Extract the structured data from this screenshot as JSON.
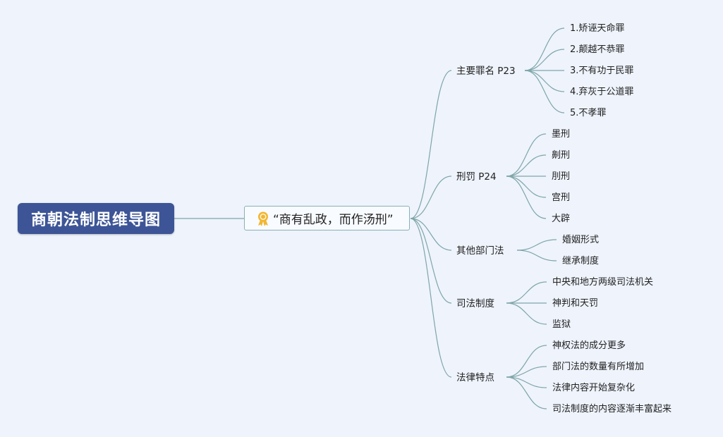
{
  "root": {
    "title": "商朝法制思维导图"
  },
  "center": {
    "text": "“商有乱政，而作汤刑”",
    "icon": "award-medal-icon"
  },
  "branches": [
    {
      "label": "主要罪名 P23",
      "children": [
        "1.矫诬天命罪",
        "2.颠越不恭罪",
        "3.不有功于民罪",
        "4.弃灰于公道罪",
        "5.不孝罪"
      ]
    },
    {
      "label": "刑罚 P24",
      "children": [
        "墨刑",
        "劓刑",
        "刖刑",
        "宫刑",
        "大辟"
      ]
    },
    {
      "label": "其他部门法",
      "children": [
        "婚姻形式",
        "继承制度"
      ]
    },
    {
      "label": "司法制度",
      "children": [
        "中央和地方两级司法机关",
        "神判和天罚",
        "监狱"
      ]
    },
    {
      "label": "法律特点",
      "children": [
        "神权法的成分更多",
        "部门法的数量有所增加",
        "法律内容开始复杂化",
        "司法制度的内容逐渐丰富起来"
      ]
    }
  ],
  "colors": {
    "background": "#eef3fc",
    "root_fill": "#3d5596",
    "line": "#7fa6a8",
    "icon": "#f2b632"
  }
}
